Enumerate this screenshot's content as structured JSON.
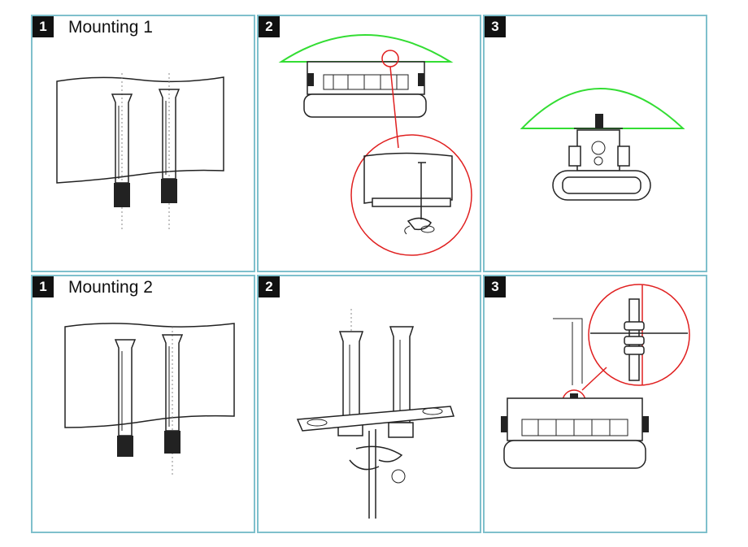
{
  "panels": [
    {
      "step": "1",
      "title": "Mounting 1"
    },
    {
      "step": "2",
      "title": ""
    },
    {
      "step": "3",
      "title": ""
    },
    {
      "step": "1",
      "title": "Mounting 2"
    },
    {
      "step": "2",
      "title": ""
    },
    {
      "step": "3",
      "title": ""
    }
  ],
  "colors": {
    "panel_border": "#7fc0cc",
    "highlight": "#e02020",
    "beam_angle": "#33dd33"
  },
  "icons": [
    "anchor-bolt-icon",
    "bracket-icon",
    "floodlight-icon",
    "nut-washer-icon"
  ]
}
